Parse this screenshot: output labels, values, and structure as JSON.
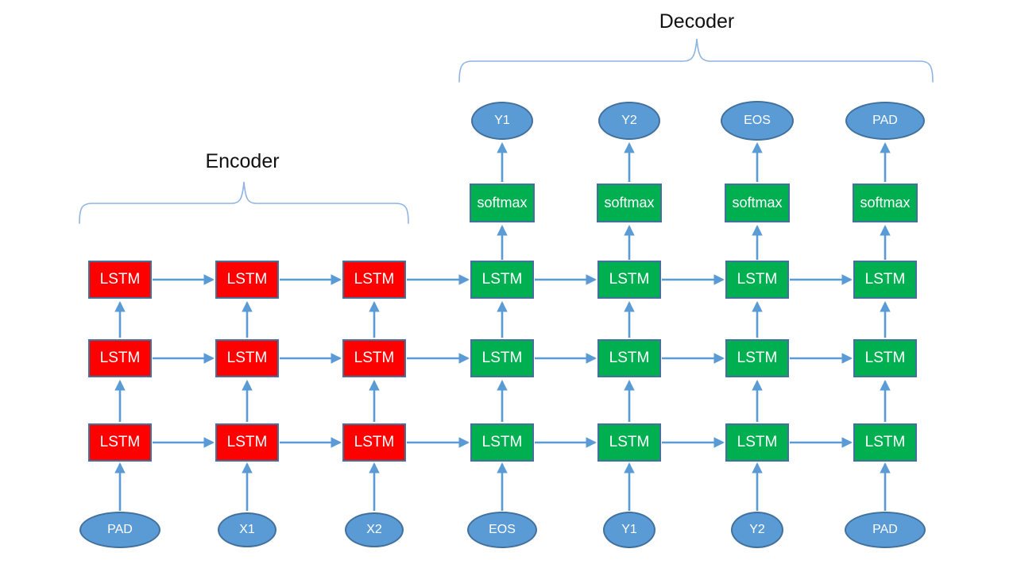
{
  "titles": {
    "encoder": "Encoder",
    "decoder": "Decoder"
  },
  "colors": {
    "encoder_box": "#FF0000",
    "decoder_box": "#00B050",
    "ellipse_fill": "#5B9BD5",
    "shape_border": "#41719C",
    "arrow": "#5B9BD5",
    "brace": "#8EB4E3",
    "title_text": "#111111",
    "shape_text": "#FFFFFF"
  },
  "encoder": {
    "inputs": [
      "PAD",
      "X1",
      "X2"
    ],
    "layers": [
      [
        "LSTM",
        "LSTM",
        "LSTM"
      ],
      [
        "LSTM",
        "LSTM",
        "LSTM"
      ],
      [
        "LSTM",
        "LSTM",
        "LSTM"
      ]
    ]
  },
  "decoder": {
    "inputs": [
      "EOS",
      "Y1",
      "Y2",
      "PAD"
    ],
    "softmax_labels": [
      "softmax",
      "softmax",
      "softmax",
      "softmax"
    ],
    "outputs": [
      "Y1",
      "Y2",
      "EOS",
      "PAD"
    ],
    "layers": [
      [
        "LSTM",
        "LSTM",
        "LSTM",
        "LSTM"
      ],
      [
        "LSTM",
        "LSTM",
        "LSTM",
        "LSTM"
      ],
      [
        "LSTM",
        "LSTM",
        "LSTM",
        "LSTM"
      ]
    ]
  }
}
